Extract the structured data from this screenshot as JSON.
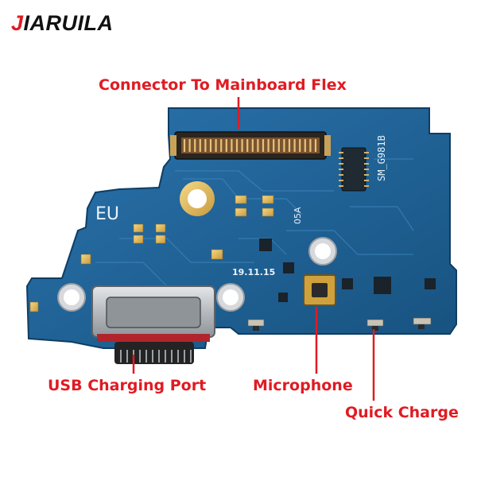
{
  "brand": {
    "first_letter": "J",
    "rest": "IARUILA",
    "accent_color": "#e01b22"
  },
  "labels": {
    "connector": "Connector To Mainboard Flex",
    "usb": "USB Charging Port",
    "microphone": "Microphone",
    "quick_charge": "Quick Charge"
  },
  "board": {
    "model": "SM_G981B",
    "region": "EU",
    "date_code": "19.11.15",
    "part_code": "05A",
    "pcb_color": "#1e5f97",
    "label_color": "#e01b22"
  }
}
